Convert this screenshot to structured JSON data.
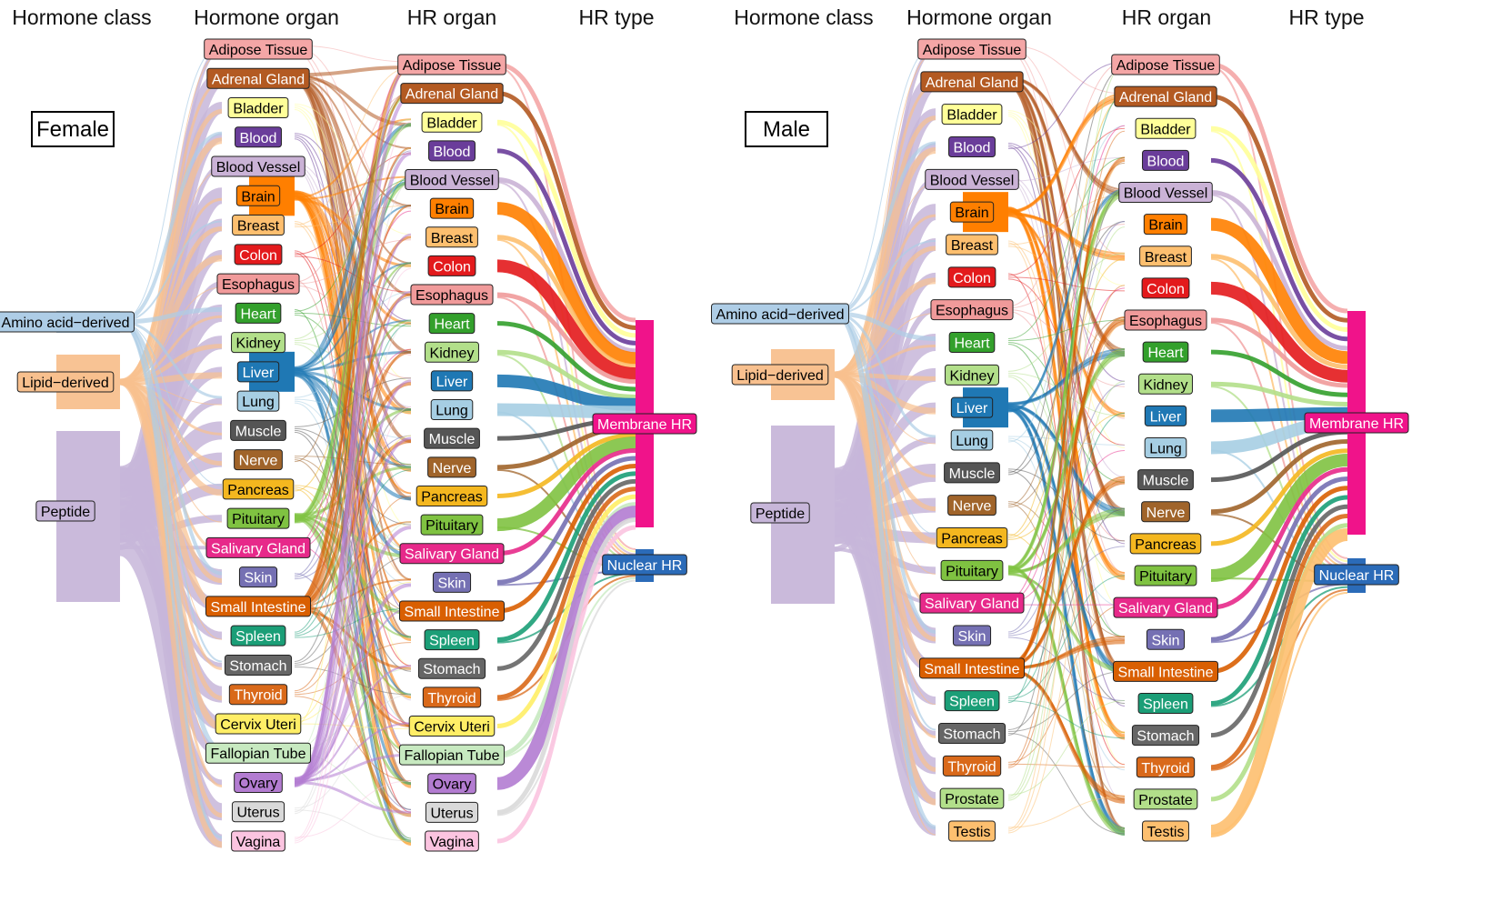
{
  "panels": [
    {
      "legend": "Female",
      "headers": [
        "Hormone class",
        "Hormone organ",
        "HR organ",
        "HR type"
      ],
      "classes": [
        {
          "label": "Amino acid−derived",
          "color": "#aecde6"
        },
        {
          "label": "Lipid−derived",
          "color": "#f8c08e"
        },
        {
          "label": "Peptide",
          "color": "#c7b6d9"
        }
      ],
      "hormone_organs": [
        {
          "label": "Adipose Tissue",
          "color": "#f4a6a6"
        },
        {
          "label": "Adrenal Gland",
          "color": "#b35a22"
        },
        {
          "label": "Bladder",
          "color": "#ffff99"
        },
        {
          "label": "Blood",
          "color": "#6a3d9a"
        },
        {
          "label": "Blood Vessel",
          "color": "#cab2d6"
        },
        {
          "label": "Brain",
          "color": "#ff7f00"
        },
        {
          "label": "Breast",
          "color": "#fdbf6f"
        },
        {
          "label": "Colon",
          "color": "#e31a1c"
        },
        {
          "label": "Esophagus",
          "color": "#f09a9a"
        },
        {
          "label": "Heart",
          "color": "#33a02c"
        },
        {
          "label": "Kidney",
          "color": "#b2df8a"
        },
        {
          "label": "Liver",
          "color": "#1f78b4"
        },
        {
          "label": "Lung",
          "color": "#a6cee3"
        },
        {
          "label": "Muscle",
          "color": "#555555"
        },
        {
          "label": "Nerve",
          "color": "#a0642a"
        },
        {
          "label": "Pancreas",
          "color": "#f4b71f"
        },
        {
          "label": "Pituitary",
          "color": "#7fc241"
        },
        {
          "label": "Salivary Gland",
          "color": "#e7298a"
        },
        {
          "label": "Skin",
          "color": "#7570b3"
        },
        {
          "label": "Small Intestine",
          "color": "#d95f02"
        },
        {
          "label": "Spleen",
          "color": "#1b9e77"
        },
        {
          "label": "Stomach",
          "color": "#666666"
        },
        {
          "label": "Thyroid",
          "color": "#d9691a"
        },
        {
          "label": "Cervix Uteri",
          "color": "#ffee66"
        },
        {
          "label": "Fallopian Tube",
          "color": "#c7e9c0"
        },
        {
          "label": "Ovary",
          "color": "#b37cd1"
        },
        {
          "label": "Uterus",
          "color": "#d9d9d9"
        },
        {
          "label": "Vagina",
          "color": "#fbc4e0"
        }
      ],
      "hr_organs": [
        {
          "label": "Adipose Tissue",
          "color": "#f4a6a6"
        },
        {
          "label": "Adrenal Gland",
          "color": "#b35a22"
        },
        {
          "label": "Bladder",
          "color": "#ffff99"
        },
        {
          "label": "Blood",
          "color": "#6a3d9a"
        },
        {
          "label": "Blood Vessel",
          "color": "#cab2d6"
        },
        {
          "label": "Brain",
          "color": "#ff7f00"
        },
        {
          "label": "Breast",
          "color": "#fdbf6f"
        },
        {
          "label": "Colon",
          "color": "#e31a1c"
        },
        {
          "label": "Esophagus",
          "color": "#f09a9a"
        },
        {
          "label": "Heart",
          "color": "#33a02c"
        },
        {
          "label": "Kidney",
          "color": "#b2df8a"
        },
        {
          "label": "Liver",
          "color": "#1f78b4"
        },
        {
          "label": "Lung",
          "color": "#a6cee3"
        },
        {
          "label": "Muscle",
          "color": "#555555"
        },
        {
          "label": "Nerve",
          "color": "#a0642a"
        },
        {
          "label": "Pancreas",
          "color": "#f4b71f"
        },
        {
          "label": "Pituitary",
          "color": "#7fc241"
        },
        {
          "label": "Salivary Gland",
          "color": "#e7298a"
        },
        {
          "label": "Skin",
          "color": "#7570b3"
        },
        {
          "label": "Small Intestine",
          "color": "#d95f02"
        },
        {
          "label": "Spleen",
          "color": "#1b9e77"
        },
        {
          "label": "Stomach",
          "color": "#666666"
        },
        {
          "label": "Thyroid",
          "color": "#d9691a"
        },
        {
          "label": "Cervix Uteri",
          "color": "#ffee66"
        },
        {
          "label": "Fallopian Tube",
          "color": "#c7e9c0"
        },
        {
          "label": "Ovary",
          "color": "#b37cd1"
        },
        {
          "label": "Uterus",
          "color": "#d9d9d9"
        },
        {
          "label": "Vagina",
          "color": "#fbc4e0"
        }
      ],
      "hr_types": [
        {
          "label": "Membrane HR",
          "color": "#f0138a"
        },
        {
          "label": "Nuclear HR",
          "color": "#2b6bb8"
        }
      ]
    },
    {
      "legend": "Male",
      "headers": [
        "Hormone class",
        "Hormone organ",
        "HR organ",
        "HR type"
      ],
      "classes": [
        {
          "label": "Amino acid−derived",
          "color": "#aecde6"
        },
        {
          "label": "Lipid−derived",
          "color": "#f8c08e"
        },
        {
          "label": "Peptide",
          "color": "#c7b6d9"
        }
      ],
      "hormone_organs": [
        {
          "label": "Adipose Tissue",
          "color": "#f4a6a6"
        },
        {
          "label": "Adrenal Gland",
          "color": "#b35a22"
        },
        {
          "label": "Bladder",
          "color": "#ffff99"
        },
        {
          "label": "Blood",
          "color": "#6a3d9a"
        },
        {
          "label": "Blood Vessel",
          "color": "#cab2d6"
        },
        {
          "label": "Brain",
          "color": "#ff7f00"
        },
        {
          "label": "Breast",
          "color": "#fdbf6f"
        },
        {
          "label": "Colon",
          "color": "#e31a1c"
        },
        {
          "label": "Esophagus",
          "color": "#f09a9a"
        },
        {
          "label": "Heart",
          "color": "#33a02c"
        },
        {
          "label": "Kidney",
          "color": "#b2df8a"
        },
        {
          "label": "Liver",
          "color": "#1f78b4"
        },
        {
          "label": "Lung",
          "color": "#a6cee3"
        },
        {
          "label": "Muscle",
          "color": "#555555"
        },
        {
          "label": "Nerve",
          "color": "#a0642a"
        },
        {
          "label": "Pancreas",
          "color": "#f4b71f"
        },
        {
          "label": "Pituitary",
          "color": "#7fc241"
        },
        {
          "label": "Salivary Gland",
          "color": "#e7298a"
        },
        {
          "label": "Skin",
          "color": "#7570b3"
        },
        {
          "label": "Small Intestine",
          "color": "#d95f02"
        },
        {
          "label": "Spleen",
          "color": "#1b9e77"
        },
        {
          "label": "Stomach",
          "color": "#666666"
        },
        {
          "label": "Thyroid",
          "color": "#d9691a"
        },
        {
          "label": "Prostate",
          "color": "#b2df8a"
        },
        {
          "label": "Testis",
          "color": "#fdbf6f"
        }
      ],
      "hr_organs": [
        {
          "label": "Adipose Tissue",
          "color": "#f4a6a6"
        },
        {
          "label": "Adrenal Gland",
          "color": "#b35a22"
        },
        {
          "label": "Bladder",
          "color": "#ffff99"
        },
        {
          "label": "Blood",
          "color": "#6a3d9a"
        },
        {
          "label": "Blood Vessel",
          "color": "#cab2d6"
        },
        {
          "label": "Brain",
          "color": "#ff7f00"
        },
        {
          "label": "Breast",
          "color": "#fdbf6f"
        },
        {
          "label": "Colon",
          "color": "#e31a1c"
        },
        {
          "label": "Esophagus",
          "color": "#f09a9a"
        },
        {
          "label": "Heart",
          "color": "#33a02c"
        },
        {
          "label": "Kidney",
          "color": "#b2df8a"
        },
        {
          "label": "Liver",
          "color": "#1f78b4"
        },
        {
          "label": "Lung",
          "color": "#a6cee3"
        },
        {
          "label": "Muscle",
          "color": "#555555"
        },
        {
          "label": "Nerve",
          "color": "#a0642a"
        },
        {
          "label": "Pancreas",
          "color": "#f4b71f"
        },
        {
          "label": "Pituitary",
          "color": "#7fc241"
        },
        {
          "label": "Salivary Gland",
          "color": "#e7298a"
        },
        {
          "label": "Skin",
          "color": "#7570b3"
        },
        {
          "label": "Small Intestine",
          "color": "#d95f02"
        },
        {
          "label": "Spleen",
          "color": "#1b9e77"
        },
        {
          "label": "Stomach",
          "color": "#666666"
        },
        {
          "label": "Thyroid",
          "color": "#d9691a"
        },
        {
          "label": "Prostate",
          "color": "#b2df8a"
        },
        {
          "label": "Testis",
          "color": "#fdbf6f"
        }
      ],
      "hr_types": [
        {
          "label": "Membrane HR",
          "color": "#f0138a"
        },
        {
          "label": "Nuclear HR",
          "color": "#2b6bb8"
        }
      ]
    }
  ]
}
